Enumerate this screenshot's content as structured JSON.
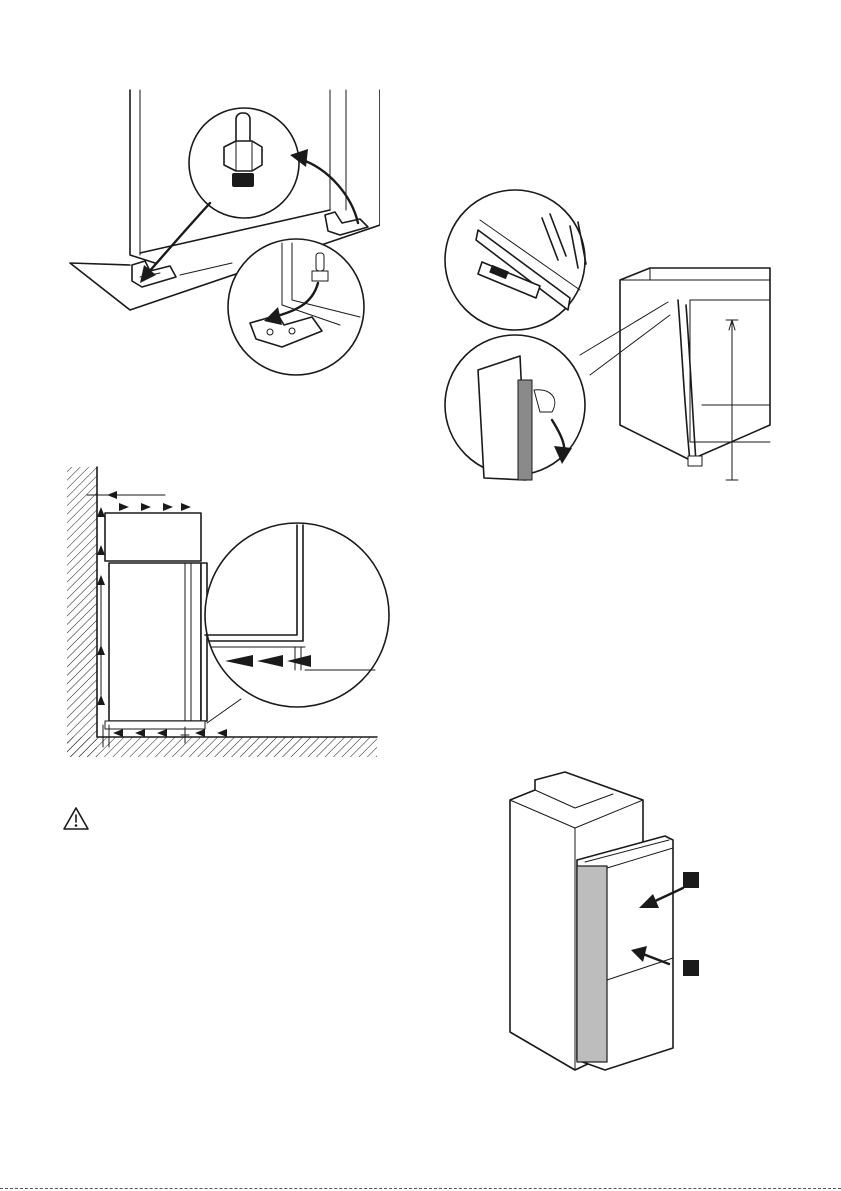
{
  "page": {
    "background": "#ffffff",
    "line_color": "#1a1a1a",
    "panel_color": "#bdbdbd"
  },
  "figures": [
    {
      "id": "hinge-bracket-fitting",
      "icon": "cabinet-foot-bracket"
    },
    {
      "id": "sealing-strip-application",
      "icon": "cutter-ruler-seal"
    },
    {
      "id": "ventilation-airflow-section",
      "icon": "airflow-arrows"
    },
    {
      "id": "door-panel-alignment",
      "icon": "push-arrows"
    }
  ],
  "warning": {
    "icon": "warning-triangle-icon"
  },
  "markers": [
    "black-square",
    "black-square"
  ]
}
